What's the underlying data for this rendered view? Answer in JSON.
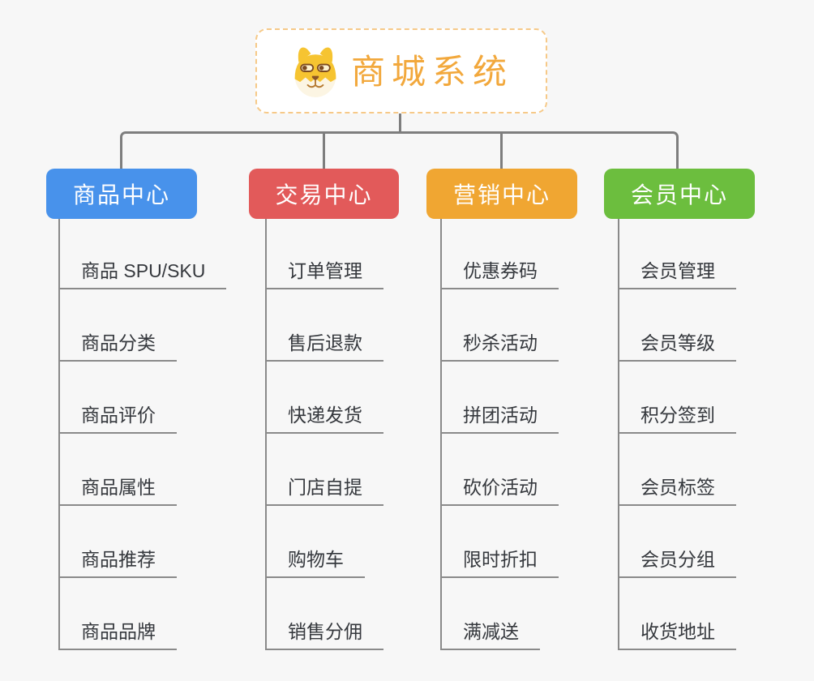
{
  "root": {
    "label": "商城系统",
    "icon": "dog-face-icon",
    "text_color": "#f2a83c",
    "border_color": "#f6c988",
    "background": "#ffffff"
  },
  "connector_color": "#7e7e7e",
  "child_text_color": "#35383d",
  "child_line_color": "#8a8a8a",
  "page_background": "#f7f7f7",
  "branches": [
    {
      "label": "商品中心",
      "color": "#4892eb",
      "children": [
        "商品 SPU/SKU",
        "商品分类",
        "商品评价",
        "商品属性",
        "商品推荐",
        "商品品牌"
      ]
    },
    {
      "label": "交易中心",
      "color": "#e25a5a",
      "children": [
        "订单管理",
        "售后退款",
        "快递发货",
        "门店自提",
        "购物车",
        "销售分佣"
      ]
    },
    {
      "label": "营销中心",
      "color": "#f0a632",
      "children": [
        "优惠券码",
        "秒杀活动",
        "拼团活动",
        "砍价活动",
        "限时折扣",
        "满减送"
      ]
    },
    {
      "label": "会员中心",
      "color": "#6cbe3e",
      "children": [
        "会员管理",
        "会员等级",
        "积分签到",
        "会员标签",
        "会员分组",
        "收货地址"
      ]
    }
  ]
}
